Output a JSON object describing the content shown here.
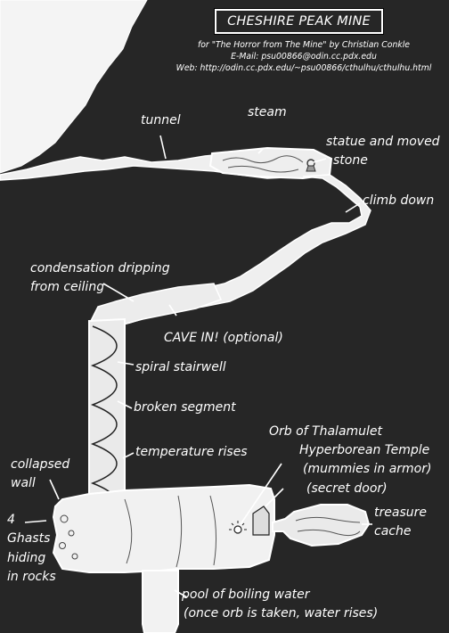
{
  "header": {
    "title": "CHESHIRE PEAK MINE",
    "credit_line": "for \"The Horror from The Mine\" by Christian Conkle",
    "email_line": "E-Mail: psu00866@odin.cc.pdx.edu",
    "web_line": "Web: http://odin.cc.pdx.edu/~psu00866/cthulhu/cthulhu.html"
  },
  "labels": {
    "tunnel": "tunnel",
    "steam": "steam",
    "statue_1": "statue and moved",
    "statue_2": "stone",
    "climb_down": "climb down",
    "condensation_1": "condensation dripping",
    "condensation_2": "from ceiling",
    "cave_in": "CAVE IN! (optional)",
    "spiral": "spiral stairwell",
    "broken": "broken segment",
    "temperature": "temperature rises",
    "collapsed_1": "collapsed",
    "collapsed_2": "wall",
    "orb": "Orb of Thalamulet",
    "temple_1": "Hyperborean Temple",
    "temple_2": "(mummies in armor)",
    "temple_3": "(secret door)",
    "treasure_1": "treasure",
    "treasure_2": "cache",
    "ghasts_1": "4",
    "ghasts_2": "Ghasts",
    "ghasts_3": "hiding",
    "ghasts_4": "in rocks",
    "pool_1": "pool of boiling water",
    "pool_2": "(once orb is taken, water rises)"
  },
  "colors": {
    "rock": "#262626",
    "cave": "#f2f2f2",
    "ink": "#ffffff"
  }
}
